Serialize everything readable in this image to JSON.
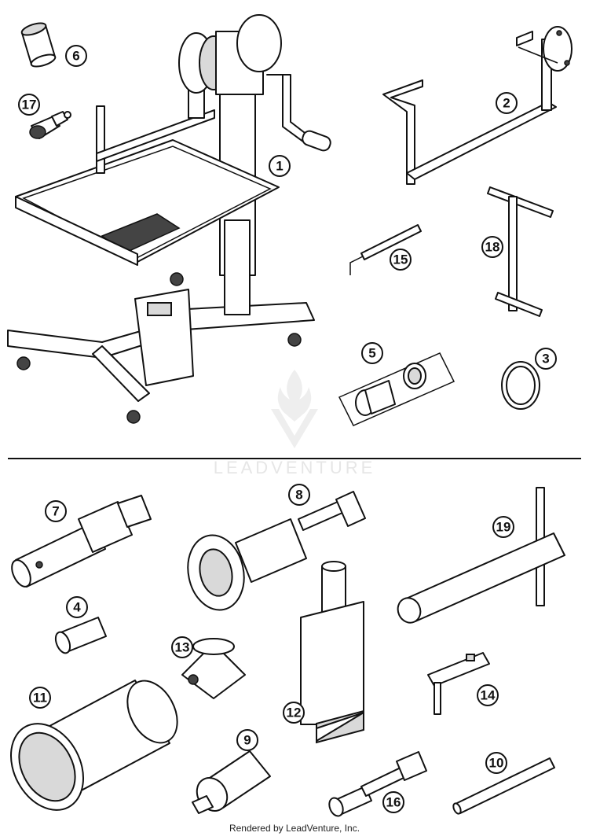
{
  "callouts": [
    {
      "id": "1",
      "label": "1"
    },
    {
      "id": "2",
      "label": "2"
    },
    {
      "id": "3",
      "label": "3"
    },
    {
      "id": "4",
      "label": "4"
    },
    {
      "id": "5",
      "label": "5"
    },
    {
      "id": "6",
      "label": "6"
    },
    {
      "id": "7",
      "label": "7"
    },
    {
      "id": "8",
      "label": "8"
    },
    {
      "id": "9",
      "label": "9"
    },
    {
      "id": "10",
      "label": "10"
    },
    {
      "id": "11",
      "label": "11"
    },
    {
      "id": "12",
      "label": "12"
    },
    {
      "id": "13",
      "label": "13"
    },
    {
      "id": "14",
      "label": "14"
    },
    {
      "id": "15",
      "label": "15"
    },
    {
      "id": "16",
      "label": "16"
    },
    {
      "id": "17",
      "label": "17"
    },
    {
      "id": "18",
      "label": "18"
    },
    {
      "id": "19",
      "label": "19"
    }
  ],
  "watermark": "LEADVENTURE",
  "footer": "Rendered by LeadVenture, Inc."
}
